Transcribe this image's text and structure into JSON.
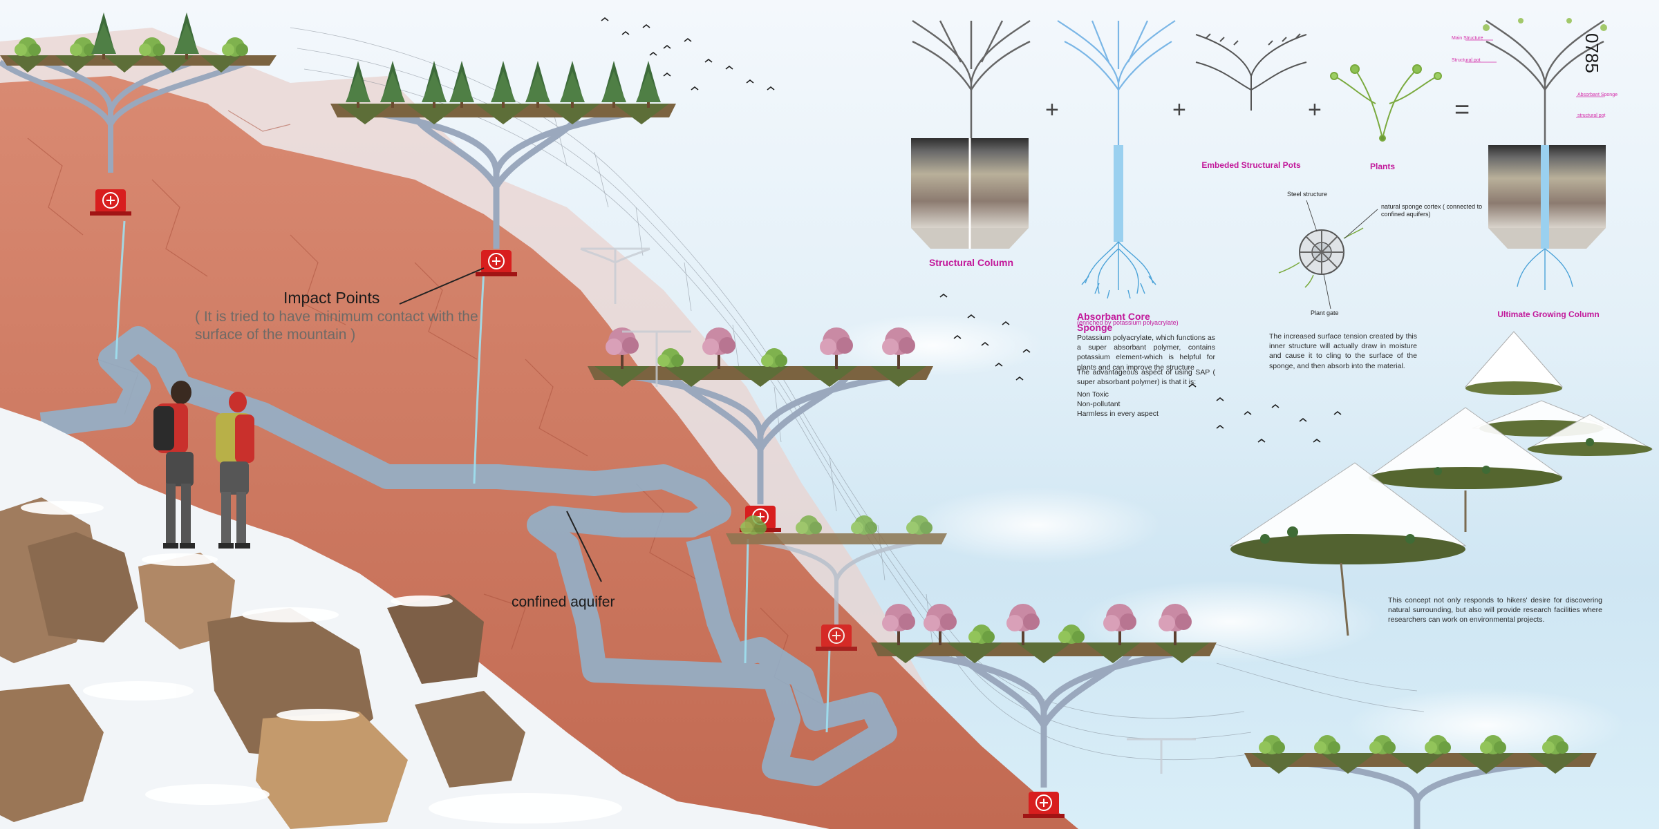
{
  "sheet": {
    "id": "0785"
  },
  "callouts": {
    "impact_title": "Impact Points",
    "impact_note": "( It is tried to have minimum contact with the surface of the mountain )",
    "aquifer": "confined aquifer"
  },
  "components": {
    "structural_column": "Structural Column",
    "sponge_title": "Absorbant Core Sponge",
    "sponge_subtitle": "(enriched by potassium polyacrylate)",
    "structural_pots": "Embeded Structural Pots",
    "plants": "Plants",
    "ultimate": "Ultimate Growing Column",
    "operators": [
      "+",
      "+",
      "+",
      "="
    ]
  },
  "tags": {
    "main_structure": "Main Structure",
    "structural_pot": "Structural pot",
    "absorbent_sponge": "Absorbant Sponge",
    "structural_pot_2": "structural pot"
  },
  "section": {
    "steel": "Steel structure",
    "cortex": "natural sponge cortex ( connected to confined aquifers)",
    "gate": "Plant gate"
  },
  "texts": {
    "sap_p1": "Potassium polyacrylate, which functions as a super absorbant polymer, contains potassium element-which is helpful for plants and can improve the structure",
    "sap_p2": "The advantageous aspect of using SAP ( super absorbant polymer) is that it is:",
    "sap_list": [
      "Non Toxic",
      "Non-pollutant",
      "Harmless in every aspect"
    ],
    "tension": "The increased surface tension created by this inner structure will actually draw in moisture and cause it to cling to the surface of the sponge, and then absorb into the material.",
    "concept": "This concept not only responds to hikers' desire for discovering natural surrounding, but also will provide research facilities where researchers can work on environmental projects."
  },
  "colors": {
    "accent": "#c2189a",
    "mountain": "#cf7c66",
    "aquifer": "#8fb4cf",
    "footing": "#d81e1e",
    "steel": "#9aa8bd",
    "snow": "#f3f5f8",
    "sky": "#dcebf5"
  }
}
